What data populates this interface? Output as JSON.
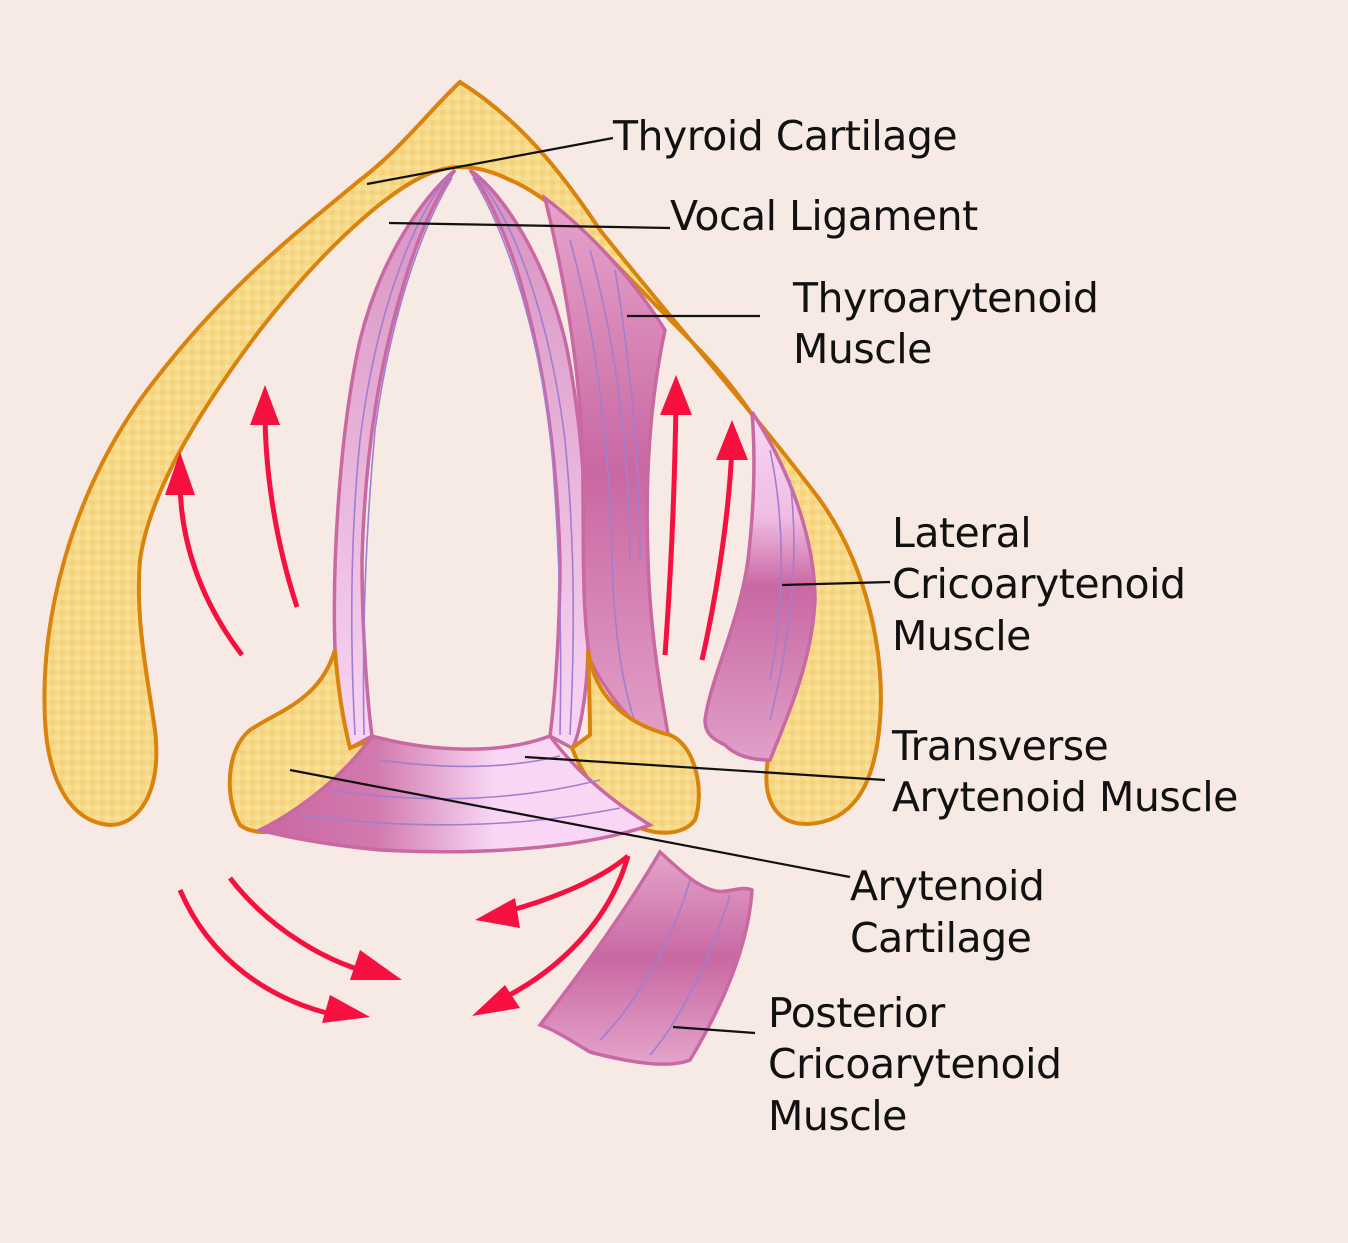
{
  "title": "Intrinsic muscles of the larynx (superior view)",
  "colors": {
    "background": "#f7e9e4",
    "cartilage_fill": "#f6d98a",
    "cartilage_outline": "#d9830d",
    "muscle_dark": "#c968a2",
    "muscle_light": "#f8d6f4",
    "fiber": "#a07ed0",
    "arrow": "#f5103f",
    "leader_line": "#111111"
  },
  "labels": {
    "thyroid_cartilage": [
      "Thyroid Cartilage"
    ],
    "vocal_ligament": [
      "Vocal Ligament"
    ],
    "thyroarytenoid": [
      "Thyroarytenoid",
      "Muscle"
    ],
    "lateral_cricoarytenoid": [
      "Lateral",
      "Cricoarytenoid",
      "Muscle"
    ],
    "transverse_arytenoid": [
      "Transverse",
      "Arytenoid Muscle"
    ],
    "arytenoid_cartilage": [
      "Arytenoid",
      "Cartilage"
    ],
    "posterior_cricoarytenoid": [
      "Posterior",
      "Cricoarytenoid",
      "Muscle"
    ]
  },
  "structures": [
    "thyroid-cartilage",
    "vocal-ligament-left",
    "vocal-ligament-right",
    "thyroarytenoid-muscle",
    "lateral-cricoarytenoid-muscle",
    "arytenoid-cartilage-left",
    "arytenoid-cartilage-right",
    "transverse-arytenoid-muscle",
    "posterior-cricoarytenoid-muscle"
  ],
  "arrows": {
    "count": 8,
    "meaning": "direction of muscle pull / cartilage movement"
  }
}
